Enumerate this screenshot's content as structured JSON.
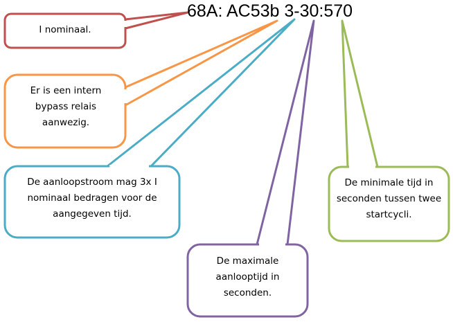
{
  "code": "68A: AC53b 3-30:570",
  "colors": {
    "red": "#c0504d",
    "orange": "#f79646",
    "teal": "#4bacc6",
    "purple": "#8064a2",
    "green": "#9bbb59"
  },
  "callouts": {
    "current": "I nominaal.",
    "bypass": "Er is een intern bypass relais aanwezig.",
    "startcurrent": "De aanloopstroom mag 3x I nominaal bedragen voor de aangegeven tijd.",
    "starttime": "De maximale aanlooptijd in seconden.",
    "cycletime": "De minimale tijd in seconden tussen twee startcycli."
  }
}
